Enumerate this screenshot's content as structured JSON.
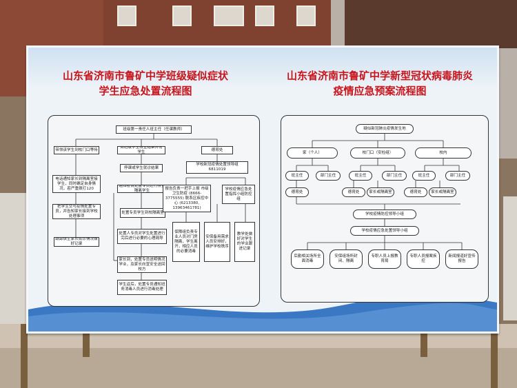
{
  "left_chart": {
    "title_line1": "山东省济南市鲁矿中学班级疑似症状",
    "title_line2": "学生应急处置流程图",
    "top": "班级第一责任人班主任（任课教师）",
    "col1": [
      "带领该学生到校门口等待",
      "电话通知家长到隔离室接学生，同时确定自身情况，若严重拨打120",
      "把学生交与疫情处置专员，并告知家长接到学校处理事项",
      "跟踪该生家长就诊情况做好记录"
    ],
    "col2": [
      "如班级学生排查结果异常学生",
      "停课或学生就诊结果",
      "通知疫情处置专员进行排查隔离学生",
      "处置专员学生到校隔离室",
      "处置人专员对学生处置进行完后进行必要的心理疏导",
      "家长到，处置专员说明情况学业，及家长向宣安全送回校方",
      "学生返后，处置专员通知班务消毒人员进行消毒处理"
    ],
    "col3_top": "德育处",
    "col3": [
      "学校新冠疫情处置领导组 6811019",
      "报告负责一把手上报 市级卫生防疫 (8666-3775555) 联系区疾控中心 (6213380, 13963461781)",
      "学校疫情应急处置指挥小组防控组",
      "保障组负责专业人员对门房隔离，学生离开，相应人员的必要消毒",
      "安保备用需求人员安排好，维护学校秩序",
      "教学处做好对学生的学业跟进记录"
    ]
  },
  "right_chart": {
    "title_line1": "山东省济南市鲁矿中学新型冠状病毒肺炎",
    "title_line2": "疫情应急预案流程图",
    "top": "疑似新冠肺炎疫情发生地",
    "level1": [
      "家（个人）",
      "校门口（安检组）",
      "校内"
    ],
    "level2": [
      "班主任",
      "部门主任",
      "班主任",
      "部门主任",
      "班主任",
      "部门主任"
    ],
    "level3": [
      "德育处",
      "德育处",
      "家长或隔离室",
      "德育处",
      "家长或隔离室"
    ],
    "group1": "学校疫情防控领导小组",
    "group2": "学校疫情应急处置领导小组",
    "bottom": [
      "后勤相关场所全面消毒",
      "安保组场所封闭、隔离",
      "专职人员上报教育局",
      "专职人员报案疾控",
      "新闻报道好宣传报告"
    ]
  },
  "colors": {
    "title_red": "#c8141b",
    "board_blue": "#3b78c4"
  }
}
